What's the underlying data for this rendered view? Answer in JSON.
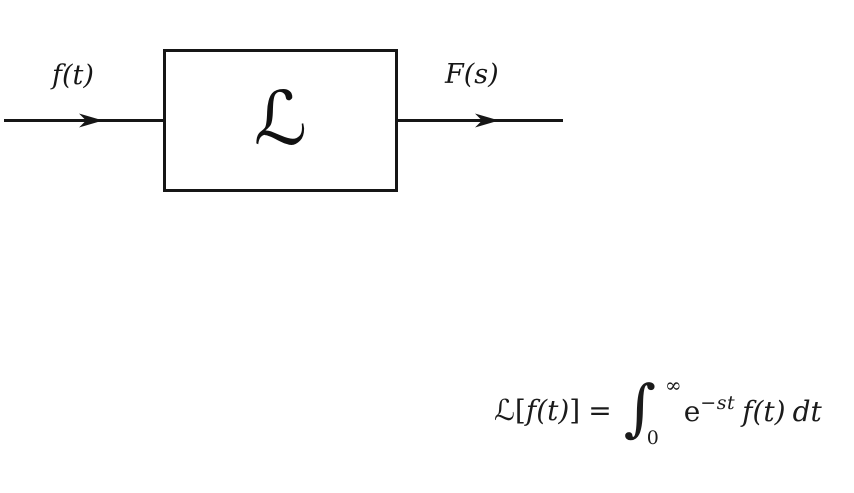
{
  "colors": {
    "background": "#ffffff",
    "ink": "#1b1b1b",
    "line": "#161616"
  },
  "diagram": {
    "input_label": "f(t)",
    "block_symbol": "ℒ",
    "output_label": "F(s)"
  },
  "formula": {
    "operator": "ℒ",
    "open_bracket": "[",
    "argument": "f(t)",
    "close_bracket": "]",
    "equals": "=",
    "integral_sign": "∫",
    "upper_limit": "∞",
    "lower_limit": "0",
    "exp_base": "e",
    "exponent": "−st",
    "integrand": "f(t)",
    "differential": "dt"
  }
}
